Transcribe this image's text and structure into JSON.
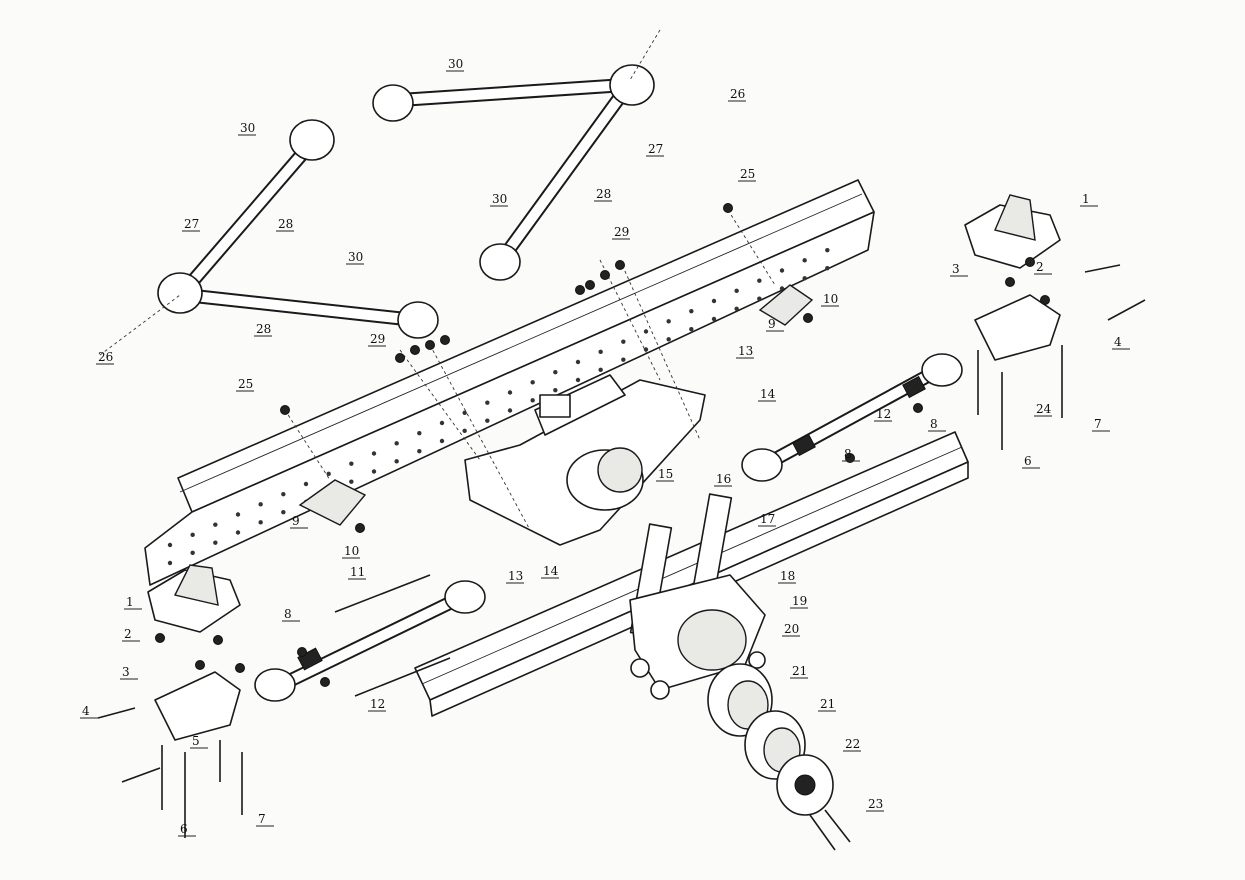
{
  "labels": [
    "30",
    "26",
    "27",
    "28",
    "30",
    "27",
    "28",
    "30",
    "29",
    "25",
    "30",
    "28",
    "26",
    "29",
    "25",
    "1",
    "3",
    "2",
    "10",
    "9",
    "4",
    "24",
    "7",
    "6",
    "13",
    "14",
    "12",
    "8",
    "8",
    "15",
    "16",
    "17",
    "9",
    "10",
    "13",
    "14",
    "1",
    "2",
    "3",
    "8",
    "11",
    "12",
    "4",
    "5",
    "6",
    "7",
    "18",
    "19",
    "20",
    "21",
    "21",
    "22",
    "23"
  ]
}
